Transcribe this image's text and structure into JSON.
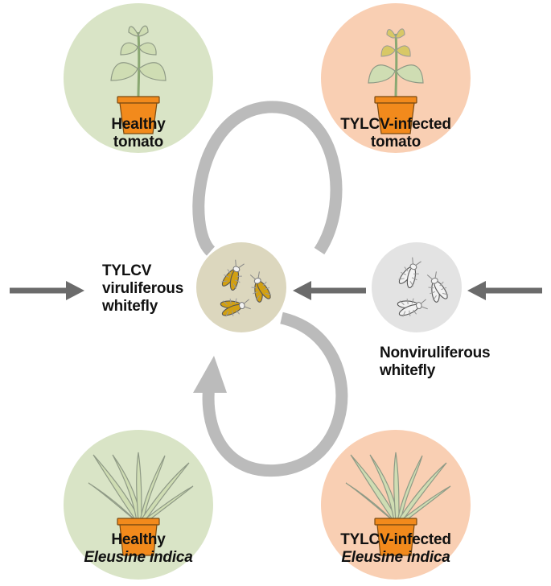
{
  "labels": {
    "healthy_tomato": [
      "Healthy",
      "tomato"
    ],
    "infected_tomato": [
      "TYLCV-infected",
      "tomato"
    ],
    "viruliferous": [
      "TYLCV",
      "viruliferous",
      "whitefly"
    ],
    "nonviruliferous": [
      "Nonviruliferous",
      "whitefly"
    ],
    "healthy_eleusine": [
      "Healthy",
      "Eleusine indica"
    ],
    "infected_eleusine": [
      "TYLCV-infected",
      "Eleusine indica"
    ]
  },
  "colors": {
    "healthy_bg": "#d9e4c6",
    "infected_bg": "#f9cfb3",
    "viruliferous_bg": "#dcd7be",
    "nonviruliferous_bg": "#e3e3e3",
    "pot": "#f28a1c",
    "leaf": "#cfddb3",
    "cycle_arrow": "#bbbbbb",
    "flow_arrow": "#6b6b6b",
    "virus_fly": "#d2a012"
  }
}
